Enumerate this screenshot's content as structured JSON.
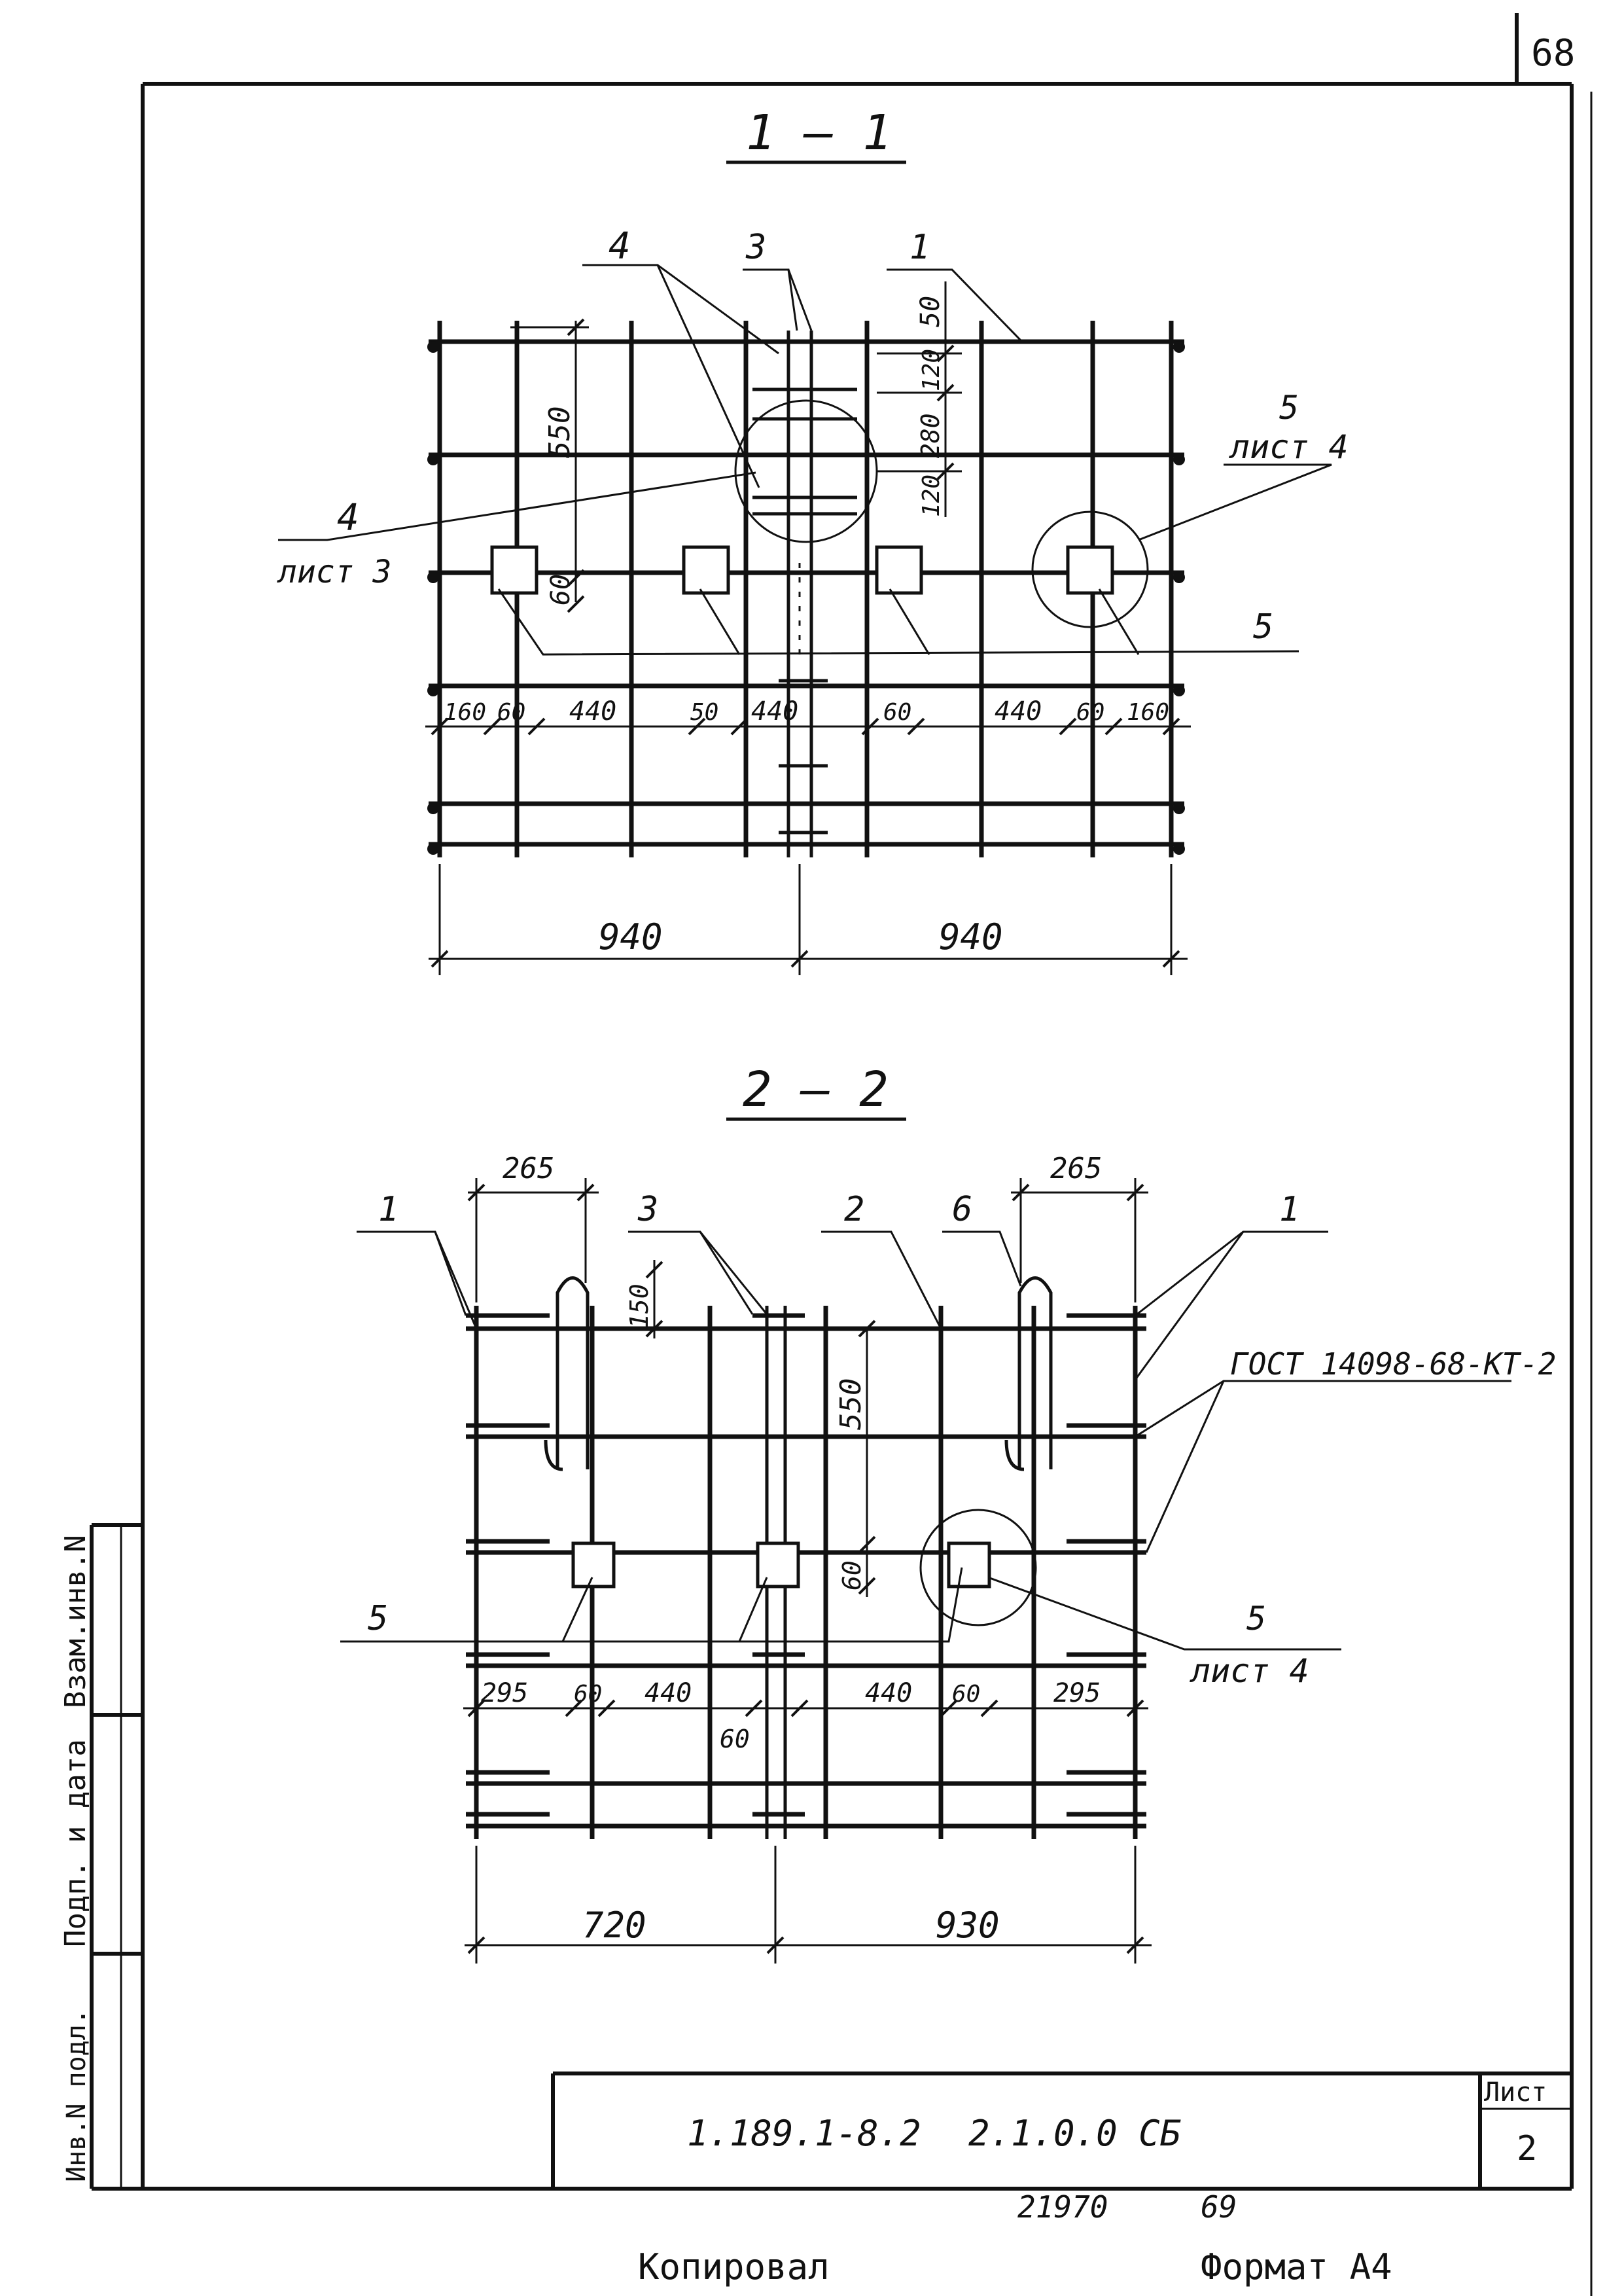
{
  "page": {
    "corner_number": "68",
    "copied_by": "Копировал",
    "format": "Формат А4",
    "archive_number": "21970",
    "archive_page": "69"
  },
  "stamp": {
    "document_code": "1.189.1-8.2",
    "drawing_code": "2.1.0.0 СБ",
    "sheet_label": "Лист",
    "sheet_number": "2"
  },
  "side_panel": {
    "inv_podl": "Инв.N подл.",
    "podp_data": "Подп. и дата",
    "vzam_inv": "Взам.инв.N"
  },
  "section_1": {
    "title": "1 — 1",
    "leaders": {
      "mark_4": "4",
      "mark_3": "3",
      "mark_1": "1",
      "mark_5_ref": "5",
      "sheet_ref_4": "лист 4",
      "mark_4_ref": "4",
      "sheet_ref_3": "лист 3",
      "mark_5": "5"
    },
    "dims": {
      "d550": "550",
      "d60v": "60",
      "d50": "50",
      "d120a": "120",
      "d280": "280",
      "d120b": "120",
      "d160l": "160",
      "d60a": "60",
      "d440a": "440",
      "d50h": "50",
      "d440b": "440",
      "d60b": "60",
      "d440c": "440",
      "d60c": "60",
      "d160r": "160",
      "d940l": "940",
      "d940r": "940"
    }
  },
  "section_2": {
    "title": "2 — 2",
    "leaders": {
      "mark_1l": "1",
      "mark_3": "3",
      "mark_2": "2",
      "mark_6": "6",
      "mark_1r": "1",
      "gost": "ГОСТ 14098-68-КТ-2",
      "mark_5l": "5",
      "mark_5_ref": "5",
      "sheet_ref_4": "лист 4"
    },
    "dims": {
      "d265l": "265",
      "d265r": "265",
      "d150": "150",
      "d550": "550",
      "d60v": "60",
      "d295l": "295",
      "d60a": "60",
      "d440a": "440",
      "d60b": "60",
      "d440b": "440",
      "d60c": "60",
      "d295r": "295",
      "d720": "720",
      "d930": "930"
    }
  }
}
